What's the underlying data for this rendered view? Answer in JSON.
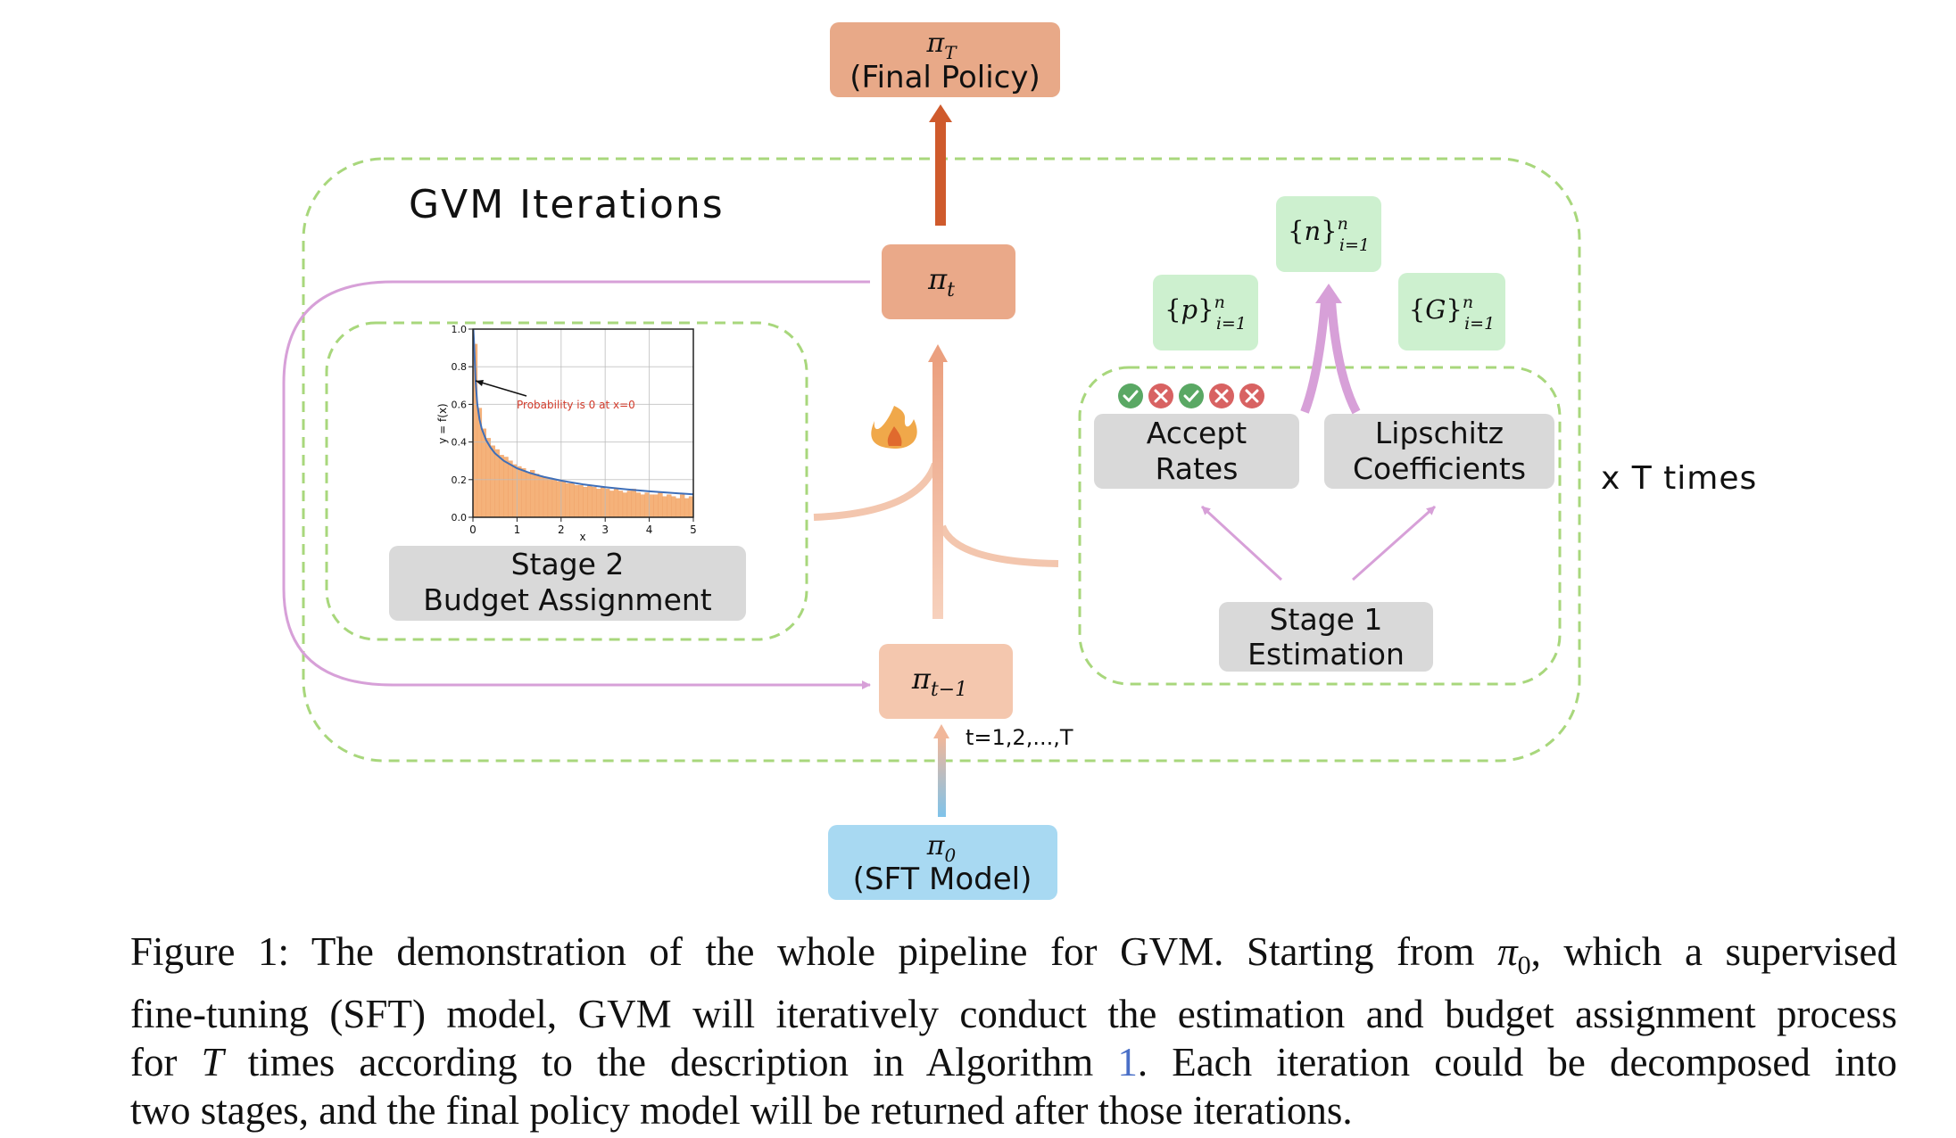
{
  "diagram": {
    "group_title": "GVM Iterations",
    "repeat_label": "x T times",
    "final_policy": {
      "symbol": "π",
      "sub": "T",
      "label": "(Final Policy)"
    },
    "current_policy": {
      "symbol": "π",
      "sub": "t"
    },
    "previous_policy": {
      "symbol": "π",
      "sub": "t−1"
    },
    "sft_model": {
      "symbol": "π",
      "sub": "0",
      "label": "(SFT Model)"
    },
    "iter_label": "t=1,2,...,T",
    "stage1": {
      "line1": "Stage 1",
      "line2": "Estimation"
    },
    "stage2": {
      "line1": "Stage 2",
      "line2": "Budget Assignment"
    },
    "accept_rates": {
      "line1": "Accept",
      "line2": "Rates"
    },
    "lipschitz": {
      "line1": "Lipschitz",
      "line2": "Coefficients"
    },
    "set_p": {
      "var": "p",
      "sub": "i=1",
      "sup": "n"
    },
    "set_n": {
      "var": "n",
      "sub": "i=1",
      "sup": "n"
    },
    "set_g": {
      "var": "G",
      "sub": "i=1",
      "sup": "n"
    },
    "accept_marks": [
      "check",
      "cross",
      "check",
      "cross",
      "cross"
    ],
    "colors": {
      "final_box": "#e8a988",
      "policy_box": "#eaa989",
      "prev_box": "#f4c7ae",
      "sft_box": "#a8d9f2",
      "green_box": "#cdf0cf",
      "gray_box": "#d9d9d9",
      "dashed_green": "#a8d77c",
      "purple": "#d7a0d8",
      "arrow_red": "#cf5a2c",
      "check": "#5aa864",
      "cross": "#d86262"
    }
  },
  "inset_chart": {
    "annotation": "Probability is 0 at x=0",
    "ylabel": "y = f(x)",
    "xlabel": "x",
    "xticks": [
      "0",
      "1",
      "2",
      "3",
      "4",
      "5"
    ],
    "yticks": [
      "0.0",
      "0.2",
      "0.4",
      "0.6",
      "0.8",
      "1.0"
    ]
  },
  "chart_data": {
    "type": "bar",
    "title": "",
    "xlabel": "x",
    "ylabel": "y = f(x)",
    "xlim": [
      0,
      5
    ],
    "ylim": [
      0,
      1.0
    ],
    "grid": true,
    "annotation": "Probability is 0 at x=0",
    "series": [
      {
        "type": "bar",
        "x": [
          0.05,
          0.15,
          0.25,
          0.35,
          0.45,
          0.55,
          0.65,
          0.75,
          0.85,
          0.95,
          1.05,
          1.15,
          1.25,
          1.35,
          1.45,
          1.55,
          1.65,
          1.75,
          1.85,
          1.95,
          2.05,
          2.15,
          2.25,
          2.35,
          2.45,
          2.55,
          2.65,
          2.75,
          2.85,
          2.95,
          3.05,
          3.15,
          3.25,
          3.35,
          3.45,
          3.55,
          3.65,
          3.75,
          3.85,
          3.95,
          4.05,
          4.15,
          4.25,
          4.35,
          4.45,
          4.55,
          4.65,
          4.75,
          4.85,
          4.95
        ],
        "values": [
          0.92,
          0.58,
          0.47,
          0.42,
          0.38,
          0.36,
          0.33,
          0.32,
          0.3,
          0.28,
          0.27,
          0.26,
          0.24,
          0.25,
          0.23,
          0.22,
          0.21,
          0.21,
          0.2,
          0.19,
          0.19,
          0.18,
          0.18,
          0.17,
          0.17,
          0.16,
          0.17,
          0.16,
          0.15,
          0.16,
          0.15,
          0.14,
          0.15,
          0.14,
          0.13,
          0.14,
          0.15,
          0.13,
          0.12,
          0.13,
          0.12,
          0.12,
          0.13,
          0.11,
          0.12,
          0.11,
          0.1,
          0.12,
          0.1,
          0.11
        ]
      },
      {
        "type": "line",
        "x": [
          0.01,
          0.03,
          0.06,
          0.1,
          0.15,
          0.2,
          0.3,
          0.4,
          0.5,
          0.7,
          1.0,
          1.3,
          1.6,
          2.0,
          2.5,
          3.0,
          3.5,
          4.0,
          4.5,
          5.0
        ],
        "values": [
          1.0,
          0.9,
          0.72,
          0.6,
          0.52,
          0.47,
          0.41,
          0.37,
          0.34,
          0.3,
          0.26,
          0.235,
          0.215,
          0.195,
          0.175,
          0.16,
          0.148,
          0.138,
          0.13,
          0.122
        ]
      }
    ]
  },
  "caption": {
    "line1_a": "Figure 1: The demonstration of the whole pipeline for GVM. Starting from ",
    "pi": "π",
    "zero": "0",
    "line1_b": ", which a supervised",
    "line2": "fine-tuning (SFT) model, GVM will iteratively conduct the estimation and budget assignment process",
    "line3_a": "for ",
    "line3_T": "T",
    "line3_b": " times according to the description in Algorithm ",
    "line3_ref": "1",
    "line3_c": ". Each iteration could be decomposed into",
    "line4": "two stages, and the final policy model will be returned after those iterations."
  }
}
